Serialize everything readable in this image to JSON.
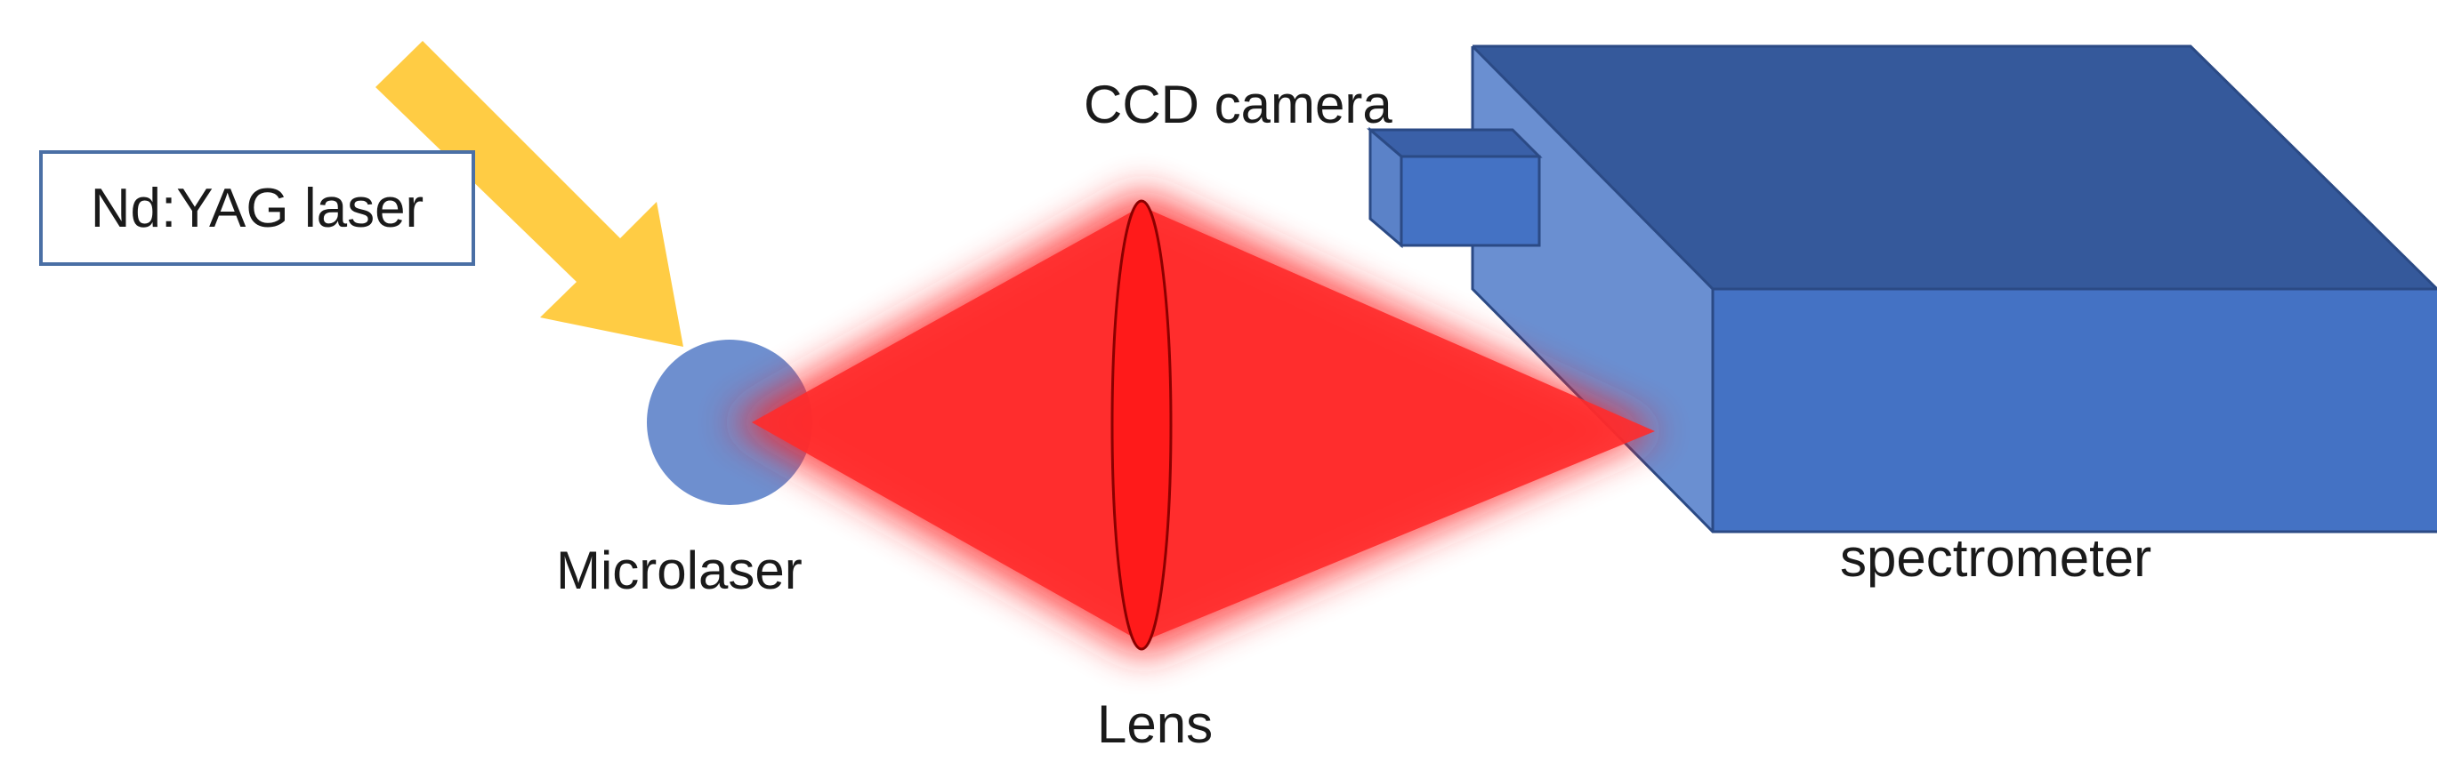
{
  "labels": {
    "pump_laser": "Nd:YAG laser",
    "camera": "CCD camera",
    "sample": "Microlaser",
    "lens": "Lens",
    "spectrometer": "spectrometer"
  },
  "colors": {
    "pump_arrow": "#FFCC44",
    "microlaser_sphere": "#6E8FCF",
    "beam_red": "#FF1F1F",
    "spectrometer_top": "#35599B",
    "spectrometer_front": "#4472C4",
    "spectrometer_side": "#6A8FD1",
    "box_border": "#4A6FA5"
  }
}
